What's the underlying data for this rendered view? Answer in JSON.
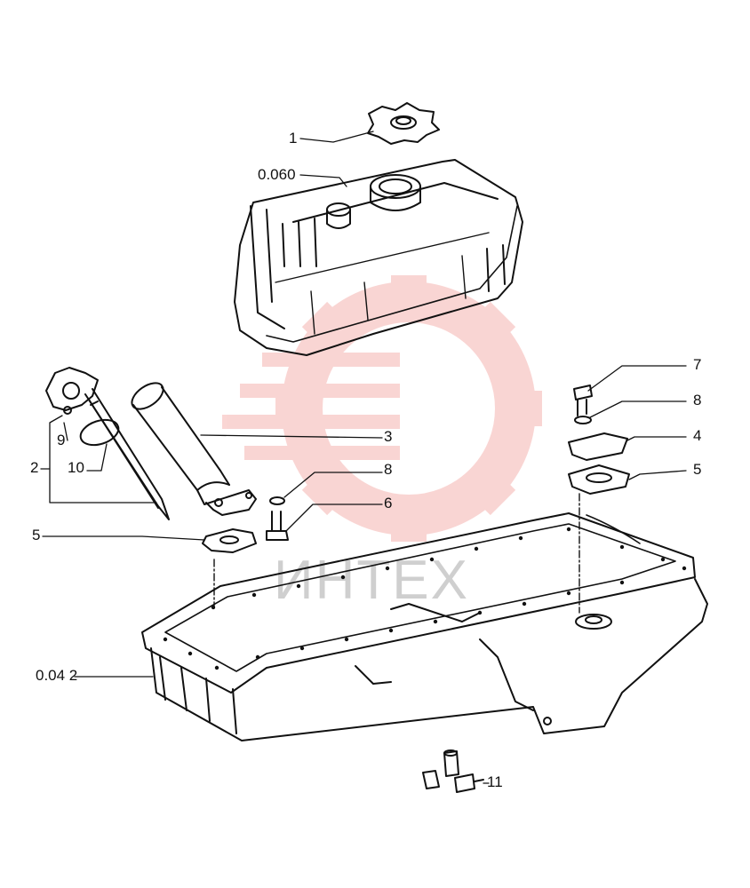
{
  "watermark": {
    "text": "ИНТЕХ",
    "color": "#e6332a"
  },
  "callouts": {
    "c1": "1",
    "c0060": "0.060",
    "c2": "2",
    "c3": "3",
    "c4": "4",
    "c5a": "5",
    "c5b": "5",
    "c6": "6",
    "c7": "7",
    "c8a": "8",
    "c8b": "8",
    "c9": "9",
    "c10": "10",
    "c11": "11",
    "c0042": "0.04 2"
  }
}
